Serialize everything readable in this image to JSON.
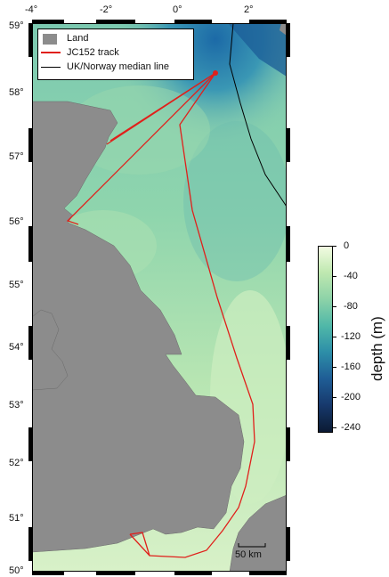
{
  "map": {
    "x_ticks": [
      "-4°",
      "-2°",
      "0°",
      "2°"
    ],
    "y_ticks": [
      "59°",
      "58°",
      "57°",
      "56°",
      "55°",
      "54°",
      "53°",
      "52°",
      "51°",
      "50°"
    ],
    "legend": [
      {
        "label": "Land",
        "symbol": "filled-square",
        "color": "#8c8c8c"
      },
      {
        "label": "JC152 track",
        "symbol": "line",
        "color": "#e0201b"
      },
      {
        "label": "UK/Norway median line",
        "symbol": "line",
        "color": "#000000"
      }
    ],
    "scale_bar_label": "50 km",
    "colors": {
      "land": "#8c8c8c",
      "track": "#e0201b",
      "median_line": "#000000",
      "shallow": "#e9f7d6",
      "deep": "#0b1f3a"
    }
  },
  "colorbar": {
    "title": "depth (m)",
    "ticks": [
      "0",
      "-40",
      "-80",
      "-120",
      "-160",
      "-200",
      "-240"
    ],
    "range": [
      -240,
      0
    ],
    "colormap": [
      "#f2fbe2",
      "#bfe8b0",
      "#8ed3a8",
      "#4fb7a8",
      "#2d8ea8",
      "#1f5e96",
      "#173a6e",
      "#0b1a33"
    ]
  }
}
